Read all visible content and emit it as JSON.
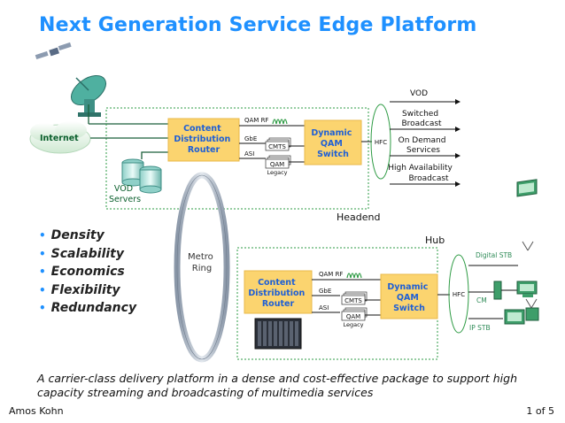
{
  "title": "Next Generation Service Edge Platform",
  "internet": "Internet",
  "vod_servers": [
    "VOD",
    "Servers"
  ],
  "headend": {
    "label": "Headend",
    "router": [
      "Content",
      "Distribution",
      "Router"
    ],
    "switch": [
      "Dynamic",
      "QAM",
      "Switch"
    ],
    "links": [
      "QAM RF",
      "GbE",
      "ASI"
    ],
    "cmts": "CMTS",
    "qam": "QAM",
    "legacy": "Legacy",
    "hfc": "HFC"
  },
  "services": [
    "VOD",
    "Switched",
    "Broadcast",
    "On Demand",
    "Services",
    "High Availability",
    "Broadcast"
  ],
  "metro_ring": [
    "Metro",
    "Ring"
  ],
  "hub": {
    "label": "Hub",
    "router": [
      "Content",
      "Distribution",
      "Router"
    ],
    "switch": [
      "Dynamic",
      "QAM",
      "Switch"
    ],
    "links": [
      "QAM RF",
      "GbE",
      "ASI"
    ],
    "cmts": "CMTS",
    "qam": "QAM",
    "legacy": "Legacy",
    "hfc": "HFC"
  },
  "devices": [
    "Digital STB",
    "CM",
    "IP STB"
  ],
  "bullets": [
    "Density",
    "Scalability",
    "Economics",
    "Flexibility",
    "Redundancy"
  ],
  "caption": "A carrier-class delivery platform in a dense and cost-effective package to support high capacity streaming and broadcasting of multimedia services",
  "author": "Amos Kohn",
  "page": "1 of 5",
  "colors": {
    "title": "#1e90ff",
    "box_fill": "#fbd46f",
    "box_text": "#1e5fd6",
    "dashed": "#2e9b44",
    "accent": "#1e90ff",
    "device": "#2e8b57"
  }
}
